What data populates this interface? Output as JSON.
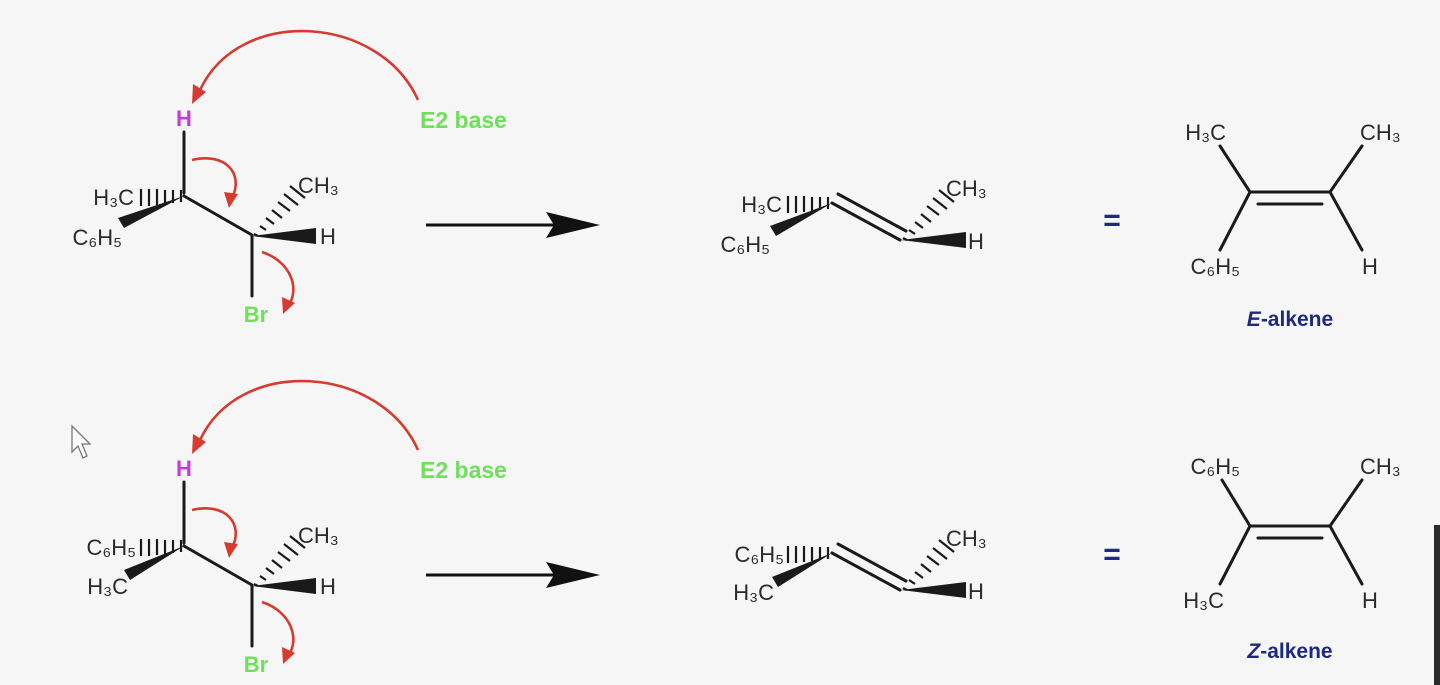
{
  "colors": {
    "background": "#f6f6f6",
    "bond": "#1a1a1a",
    "curved_arrow": "#d63b2f",
    "base_label": "#6ee05a",
    "proton": "#c23fd6",
    "bromine": "#6ee05a",
    "isomer_label": "#1e2a82"
  },
  "rows": [
    {
      "base_label": "E2 base",
      "reactant": {
        "proton": "H",
        "left_hashed": "H₃C",
        "left_wedge": "C₆H₅",
        "right_hashed": "CH₃",
        "right_wedge": "H",
        "leaving_group": "Br"
      },
      "alkene_3d": {
        "left_hashed": "H₃C",
        "left_wedge": "C₆H₅",
        "right_hashed": "CH₃",
        "right_wedge": "H"
      },
      "equals": "=",
      "alkene_2d": {
        "top_left": "H₃C",
        "bottom_left": "C₆H₅",
        "top_right": "CH₃",
        "bottom_right": "H"
      },
      "isomer": {
        "letter": "E",
        "suffix": "-alkene"
      }
    },
    {
      "base_label": "E2 base",
      "reactant": {
        "proton": "H",
        "left_hashed": "C₆H₅",
        "left_wedge": "H₃C",
        "right_hashed": "CH₃",
        "right_wedge": "H",
        "leaving_group": "Br"
      },
      "alkene_3d": {
        "left_hashed": "C₆H₅",
        "left_wedge": "H₃C",
        "right_hashed": "CH₃",
        "right_wedge": "H"
      },
      "equals": "=",
      "alkene_2d": {
        "top_left": "C₆H₅",
        "bottom_left": "H₃C",
        "top_right": "CH₃",
        "bottom_right": "H"
      },
      "isomer": {
        "letter": "Z",
        "suffix": "-alkene"
      }
    }
  ]
}
